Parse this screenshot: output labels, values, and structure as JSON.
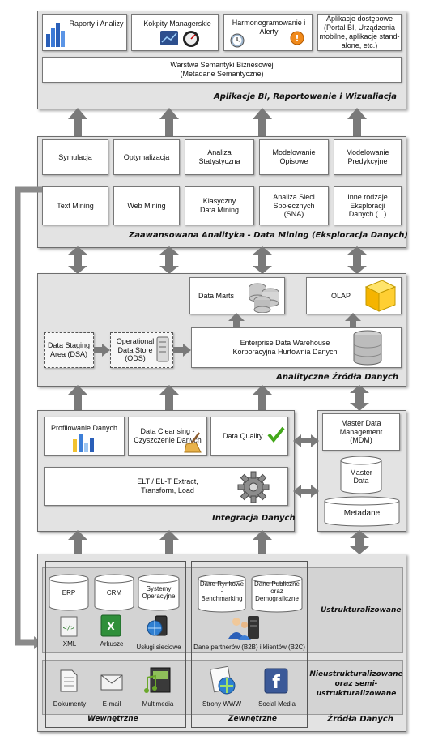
{
  "bi_layer": {
    "title": "Aplikacje BI, Raportowanie i Wizualiacja",
    "apps": [
      "Raporty i Analizy",
      "Kokpity Managerskie",
      "Harmonogramowanie i Alerty",
      "Aplikacje dostępowe (Portal BI, Urządzenia mobilne, aplikacje stand-alone, etc.)"
    ],
    "semantic": "Warstwa Semantyki Biznesowej (Metadane Semantyczne)"
  },
  "analytics_layer": {
    "title": "Zaawansowana Analityka - Data Mining (Eksploracja Danych)",
    "row1": [
      "Symulacja",
      "Optymalizacja",
      "Analiza Statystyczna",
      "Modelowanie Opisowe",
      "Modelowanie Predykcyjne"
    ],
    "row2": [
      "Text Mining",
      "Web Mining",
      "Klasyczny Data Mining",
      "Analiza Sieci Społecznych (SNA)",
      "Inne rodzaje Eksploracji Danych (...)"
    ]
  },
  "sources_analytic": {
    "title": "Analityczne Źródła Danych",
    "data_marts": "Data Marts",
    "olap": "OLAP",
    "dsa": "Data Staging Area (DSA)",
    "ods": "Operational Data Store (ODS)",
    "edw": "Enterprise Data Warehouse Korporacyjna Hurtownia Danych"
  },
  "integration": {
    "title": "Integracja Danych",
    "profiling": "Profilowanie Danych",
    "cleansing": "Data Cleansing - Czyszczenie Danych",
    "quality": "Data Quality",
    "etl": "ELT / EL-T Extract, Transform, Load"
  },
  "mdm": {
    "mdm": "Master Data Management (MDM)",
    "master_data": "Master Data",
    "metadata": "Metadane"
  },
  "data_sources": {
    "title": "Źródła Danych",
    "internal": "Wewnętrzne",
    "external": "Zewnętrzne",
    "structured": "Ustrukturalizowane",
    "unstructured": "Nieustrukturalizowane oraz semi-ustrukturalizowane",
    "int_cyl": [
      "ERP",
      "CRM",
      "Systemy Operacyjne"
    ],
    "int_icons": [
      "XML",
      "Arkusze",
      "Usługi sieciowe"
    ],
    "ext_cyl": [
      "Dane Rynkowe - Benchmarking",
      "Dane Publiczne oraz Demograficzne"
    ],
    "partners": "Dane partnerów (B2B) i klientów (B2C)",
    "int_unstructured": [
      "Dokumenty",
      "E-mail",
      "Multimedia"
    ],
    "ext_unstructured": [
      "Strony WWW",
      "Social Media"
    ]
  }
}
